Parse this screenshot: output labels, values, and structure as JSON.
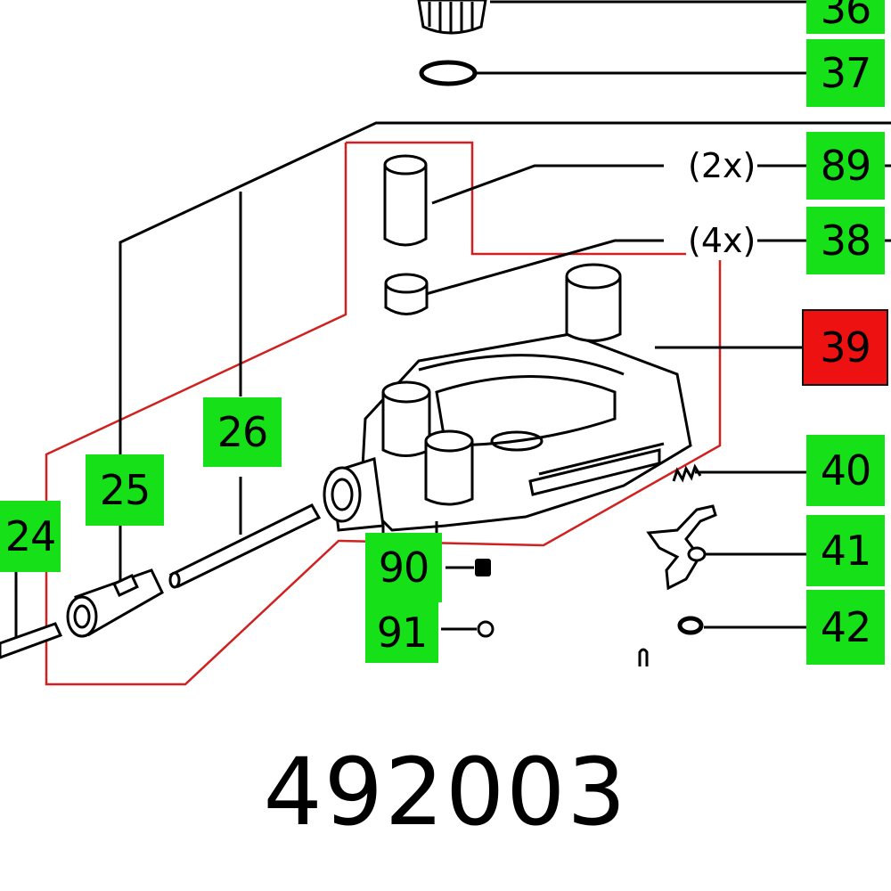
{
  "labels": {
    "p36": "36",
    "p37": "37",
    "p89": "89",
    "p38": "38",
    "p39": "39",
    "p40": "40",
    "p41": "41",
    "p42": "42",
    "p26": "26",
    "p25": "25",
    "p24": "24",
    "p90": "90",
    "p91": "91"
  },
  "quantities": {
    "q89": "(2x)",
    "q38": "(4x)"
  },
  "part_number": "492003",
  "colors": {
    "label_green": "#16e018",
    "label_highlight_red": "#ee1111",
    "group_outline": "#d02020"
  }
}
